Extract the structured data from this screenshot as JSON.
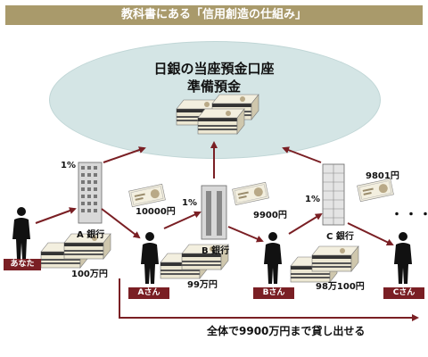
{
  "title": "教科書にある「信用創造の仕組み」",
  "central_bank": {
    "line1": "日銀の当座預金口座",
    "line2": "準備預金"
  },
  "banks": {
    "a": "A 銀行",
    "b": "B 銀行",
    "c": "C 銀行"
  },
  "reserve_rates": {
    "a": "1%",
    "b": "1%",
    "c": "1%"
  },
  "reserves": {
    "a": "10000円",
    "b": "9900円",
    "c": "9801円"
  },
  "deposits": {
    "you": "100万円",
    "a_person": "99万円",
    "b_person": "98万100円"
  },
  "people": {
    "you": "あなた",
    "a": "Aさん",
    "b": "Bさん",
    "c": "Cさん"
  },
  "ellipsis": "・・・",
  "summary": "全体で9900万円まで貸し出せる",
  "colors": {
    "title_bg": "#a99a6b",
    "ellipse": "#d4e5e5",
    "arrow": "#7a1f24",
    "tag": "#7a1f24"
  }
}
